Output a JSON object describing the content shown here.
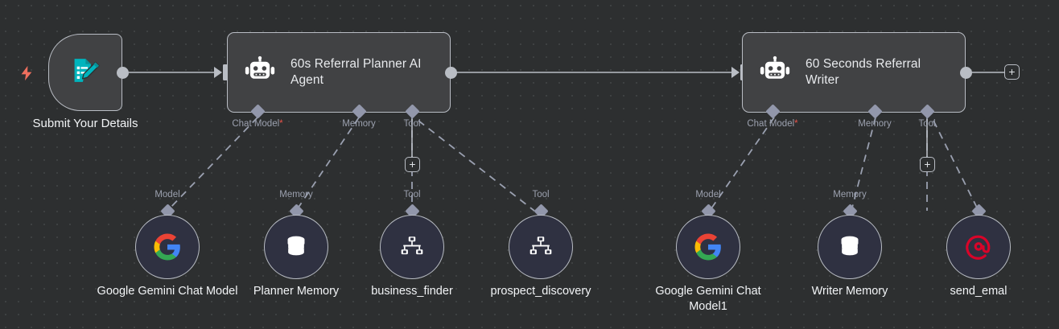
{
  "canvas": {
    "background_color": "#2d2f30",
    "grid_dot_color": "#3e4142",
    "node_fill": "#414244",
    "node_border": "#b9bdc4",
    "subnode_fill": "#2f3141",
    "port_color": "#9297ab",
    "required_marker_color": "#e8544a"
  },
  "trigger": {
    "caption": "Submit Your Details",
    "icon": "form-pencil-icon",
    "icon_color": "#00b3b3",
    "bolt_icon": "lightning-bolt-icon",
    "bolt_color": "#ef6f5e"
  },
  "agents": [
    {
      "title": "60s Referral Planner AI Agent",
      "icon": "robot-icon",
      "ports": [
        {
          "label": "Chat Model",
          "required": true,
          "required_marker": "*"
        },
        {
          "label": "Memory",
          "required": false,
          "required_marker": ""
        },
        {
          "label": "Tool",
          "required": false,
          "required_marker": ""
        }
      ]
    },
    {
      "title": "60 Seconds Referral Writer",
      "icon": "robot-icon",
      "ports": [
        {
          "label": "Chat Model",
          "required": true,
          "required_marker": "*"
        },
        {
          "label": "Memory",
          "required": false,
          "required_marker": ""
        },
        {
          "label": "Tool",
          "required": false,
          "required_marker": ""
        }
      ]
    }
  ],
  "sub_nodes": [
    {
      "caption": "Google Gemini Chat Model",
      "port_label": "Model",
      "icon": "google-g-icon"
    },
    {
      "caption": "Planner Memory",
      "port_label": "Memory",
      "icon": "database-icon"
    },
    {
      "caption": "business_finder",
      "port_label": "Tool",
      "icon": "sitemap-icon"
    },
    {
      "caption": "prospect_discovery",
      "port_label": "Tool",
      "icon": "sitemap-icon"
    },
    {
      "caption": "Google Gemini Chat Model1",
      "port_label": "Model",
      "icon": "google-g-icon"
    },
    {
      "caption": "Writer Memory",
      "port_label": "Memory",
      "icon": "database-icon"
    },
    {
      "caption": "send_emal",
      "port_label": "",
      "icon": "at-sign-icon"
    }
  ],
  "add_buttons": [
    {
      "name": "add-tool-planner",
      "label": "+"
    },
    {
      "name": "add-tool-writer",
      "label": "+"
    },
    {
      "name": "add-next-node",
      "label": "+"
    }
  ]
}
